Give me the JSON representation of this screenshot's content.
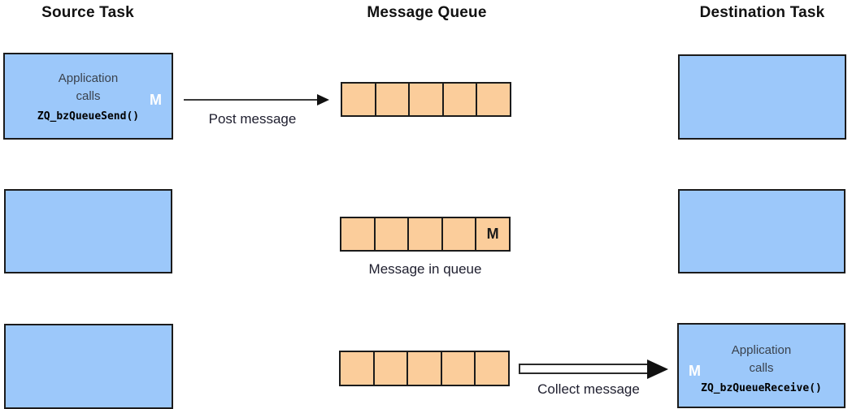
{
  "headers": {
    "source": "Source Task",
    "queue": "Message Queue",
    "destination": "Destination Task"
  },
  "row1": {
    "source_box": {
      "line1": "Application",
      "line2": "calls",
      "code": "ZQ_bzQueueSend()",
      "marker": "M"
    },
    "arrow_label": "Post message",
    "queue_cells": 5
  },
  "row2": {
    "queue_cells": 5,
    "queue_marker": "M",
    "caption": "Message in queue"
  },
  "row3": {
    "queue_cells": 5,
    "arrow_label": "Collect message",
    "dest_box": {
      "line1": "Application",
      "line2": "calls",
      "code": "ZQ_bzQueueReceive()",
      "marker": "M"
    }
  },
  "colors": {
    "task_box_fill": "#9CC8FA",
    "queue_cell_fill": "#FBCD9B",
    "box_border": "#1b1b1b",
    "arrow": "#111111",
    "marker_light": "#ffffff",
    "marker_dark": "#1a1a1a"
  }
}
